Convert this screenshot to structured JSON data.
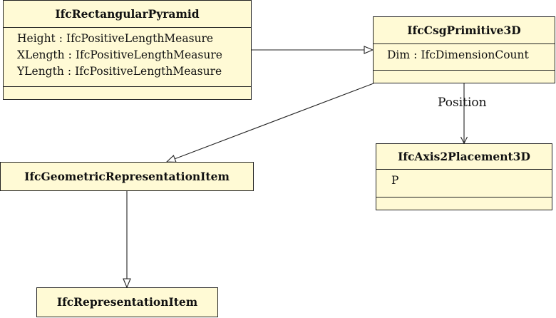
{
  "diagram": {
    "classes": {
      "rect_pyramid": {
        "name": "IfcRectangularPyramid",
        "attributes": [
          {
            "name": "Height",
            "type": "IfcPositiveLengthMeasure"
          },
          {
            "name": "XLength",
            "type": "IfcPositiveLengthMeasure"
          },
          {
            "name": "YLength",
            "type": "IfcPositiveLengthMeasure"
          }
        ]
      },
      "csg_primitive": {
        "name": "IfcCsgPrimitive3D",
        "attributes": [
          {
            "name": "Dim",
            "type": "IfcDimensionCount"
          }
        ]
      },
      "axis2_placement": {
        "name": "IfcAxis2Placement3D",
        "attributes": [
          {
            "name": "P"
          }
        ]
      },
      "geometric_item": {
        "name": "IfcGeometricRepresentationItem"
      },
      "representation_item": {
        "name": "IfcRepresentationItem"
      }
    },
    "relations": {
      "position_label": "Position"
    }
  },
  "colors": {
    "box_fill": "#fffad5",
    "stroke": "#222222"
  }
}
